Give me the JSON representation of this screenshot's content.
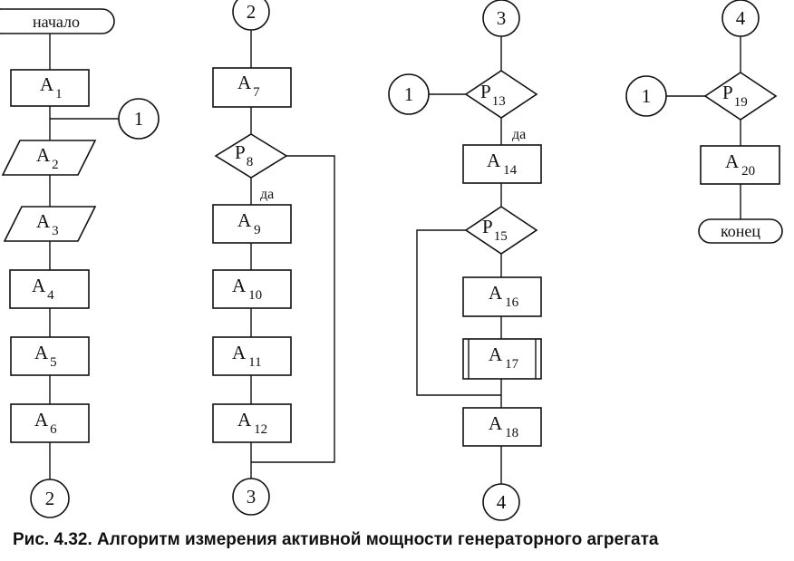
{
  "caption": "Рис. 4.32. Алгоритм измерения активной мощности генераторного агрегата",
  "terminals": {
    "start": "начало",
    "end": "конец"
  },
  "yes_label": "да",
  "connectors": {
    "c1_col1": "1",
    "c2_col1": "2",
    "c2_col2": "2",
    "c3_col2": "3",
    "c3_col3": "3",
    "c1_col3": "1",
    "c4_col3": "4",
    "c4_col4": "4",
    "c1_col4": "1"
  },
  "blocks": {
    "a1": {
      "letter": "A",
      "index": "1"
    },
    "a2": {
      "letter": "A",
      "index": "2"
    },
    "a3": {
      "letter": "A",
      "index": "3"
    },
    "a4": {
      "letter": "A",
      "index": "4"
    },
    "a5": {
      "letter": "A",
      "index": "5"
    },
    "a6": {
      "letter": "A",
      "index": "6"
    },
    "a7": {
      "letter": "A",
      "index": "7"
    },
    "p8": {
      "letter": "P",
      "index": "8"
    },
    "a9": {
      "letter": "A",
      "index": "9"
    },
    "a10": {
      "letter": "A",
      "index": "10"
    },
    "a11": {
      "letter": "A",
      "index": "11"
    },
    "a12": {
      "letter": "A",
      "index": "12"
    },
    "p13": {
      "letter": "P",
      "index": "13"
    },
    "a14": {
      "letter": "A",
      "index": "14"
    },
    "p15": {
      "letter": "P",
      "index": "15"
    },
    "a16": {
      "letter": "A",
      "index": "16"
    },
    "a17": {
      "letter": "A",
      "index": "17"
    },
    "a18": {
      "letter": "A",
      "index": "18"
    },
    "p19": {
      "letter": "P",
      "index": "19"
    },
    "a20": {
      "letter": "A",
      "index": "20"
    }
  }
}
